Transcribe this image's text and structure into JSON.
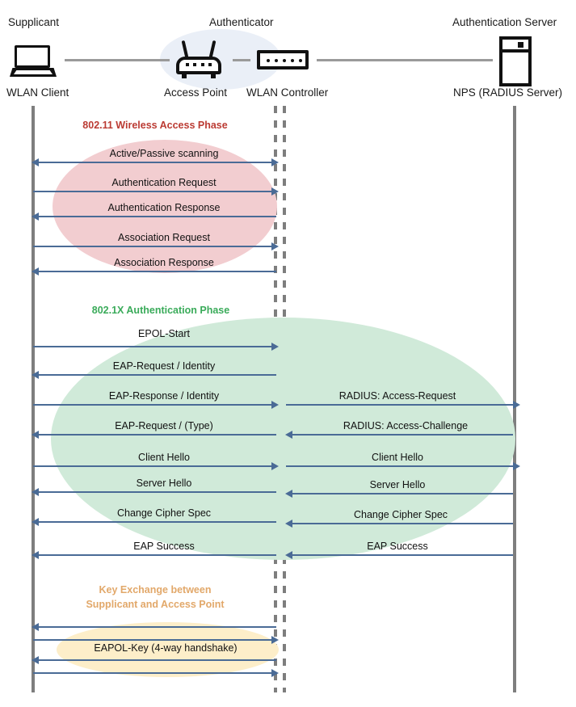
{
  "diagram": {
    "title": "802.1X / WPA2-Enterprise WLAN authentication sequence",
    "colors": {
      "arrow": "#4a6b96",
      "lifeline": "#7e7e7e",
      "phase1_label": "#bb3b33",
      "phase1_blob": "#f2cdd0",
      "phase2_label": "#3aab5a",
      "phase2_blob": "#d0ead9",
      "phase3_label": "#e2a86a",
      "phase3_blob": "#fdeec9",
      "authenticator_blob": "#eaeff7"
    }
  },
  "header": {
    "roles": [
      {
        "name": "supplicant",
        "title": "Supplicant",
        "node": "WLAN Client",
        "icon": "laptop-icon"
      },
      {
        "name": "authenticator",
        "title": "Authenticator",
        "node": "Access Point",
        "icon": "access-point-icon"
      },
      {
        "name": "controller",
        "title": "",
        "node": "WLAN Controller",
        "icon": "wlan-controller-icon"
      },
      {
        "name": "auth_server",
        "title": "Authentication Server",
        "node": "NPS (RADIUS Server)",
        "icon": "server-icon"
      }
    ]
  },
  "phases": [
    {
      "id": "wireless-access",
      "label": "802.11 Wireless Access Phase",
      "messages": [
        {
          "label": "Active/Passive scanning",
          "dir": "both",
          "side": "left"
        },
        {
          "label": "Authentication Request",
          "dir": "right",
          "side": "left"
        },
        {
          "label": "Authentication Response",
          "dir": "left",
          "side": "left"
        },
        {
          "label": "Association Request",
          "dir": "right",
          "side": "left"
        },
        {
          "label": "Association Response",
          "dir": "left",
          "side": "left"
        }
      ]
    },
    {
      "id": "dot1x-authentication",
      "label": "802.1X Authentication Phase",
      "messages": [
        {
          "label": "EPOL-Start",
          "dir": "right",
          "side": "left",
          "right_label": ""
        },
        {
          "label": "EAP-Request / Identity",
          "dir": "left",
          "side": "left",
          "right_label": ""
        },
        {
          "label": "EAP-Response / Identity",
          "dir": "right",
          "side": "both",
          "right_label": "RADIUS: Access-Request"
        },
        {
          "label": "EAP-Request / (Type)",
          "dir": "left",
          "side": "both",
          "right_label": "RADIUS: Access-Challenge"
        },
        {
          "label": "Client Hello",
          "dir": "right",
          "side": "both",
          "right_label": "Client Hello"
        },
        {
          "label": "Server Hello",
          "dir": "left",
          "side": "both",
          "right_label": "Server Hello"
        },
        {
          "label": "Change Cipher Spec",
          "dir": "left",
          "side": "both",
          "right_label": "Change Cipher Spec"
        },
        {
          "label": "EAP Success",
          "dir": "left",
          "side": "both",
          "right_label": "EAP Success"
        }
      ]
    },
    {
      "id": "key-exchange",
      "label": "Key Exchange between\nSupplicant and Access Point",
      "label_line1": "Key Exchange between",
      "label_line2": "Supplicant and Access Point",
      "center_label": "EAPOL-Key (4-way handshake)",
      "messages": [
        {
          "label": "",
          "dir": "left",
          "side": "left"
        },
        {
          "label": "",
          "dir": "right",
          "side": "left"
        },
        {
          "label": "",
          "dir": "left",
          "side": "left"
        },
        {
          "label": "",
          "dir": "right",
          "side": "left"
        }
      ]
    }
  ]
}
